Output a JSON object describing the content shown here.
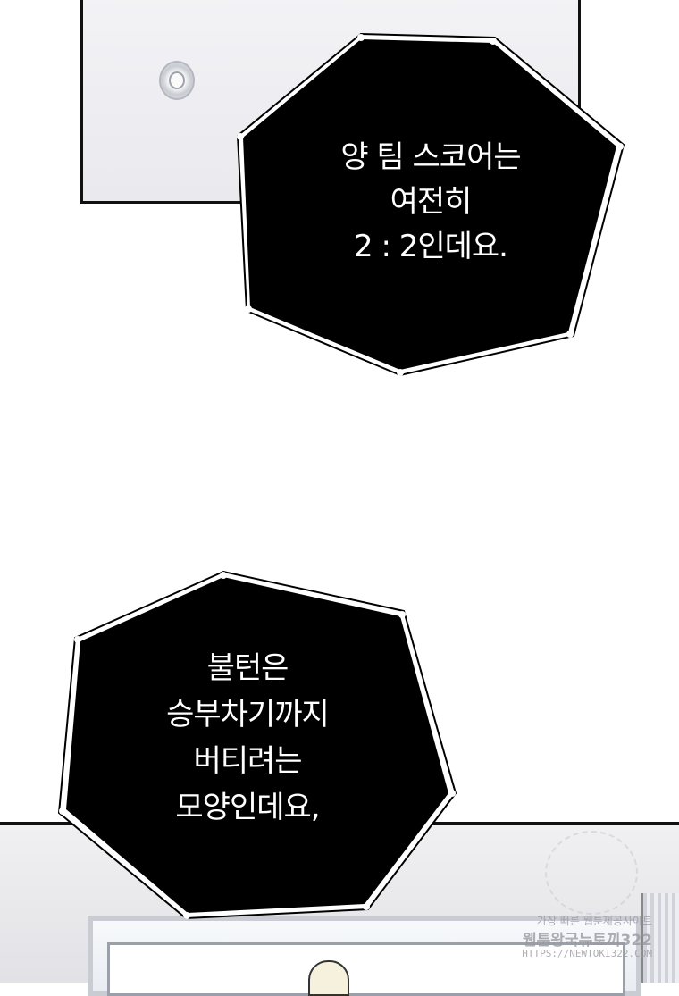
{
  "bubbles": [
    {
      "lines": [
        "양 팀 스코어는",
        "여전히",
        "2 : 2인데요."
      ]
    },
    {
      "lines": [
        "불턴은",
        "승부차기까지",
        "버티려는",
        "모양인데요,"
      ]
    }
  ],
  "watermark": {
    "line1": "가장 빠른 웹툰제공사이트",
    "line2": "웹툰왕국뉴토끼322",
    "line3": "HTTPS://NEWTOKI322.COM"
  },
  "colors": {
    "bubble_fill": "#000000",
    "bubble_stroke": "#ffffff",
    "text": "#ffffff"
  }
}
